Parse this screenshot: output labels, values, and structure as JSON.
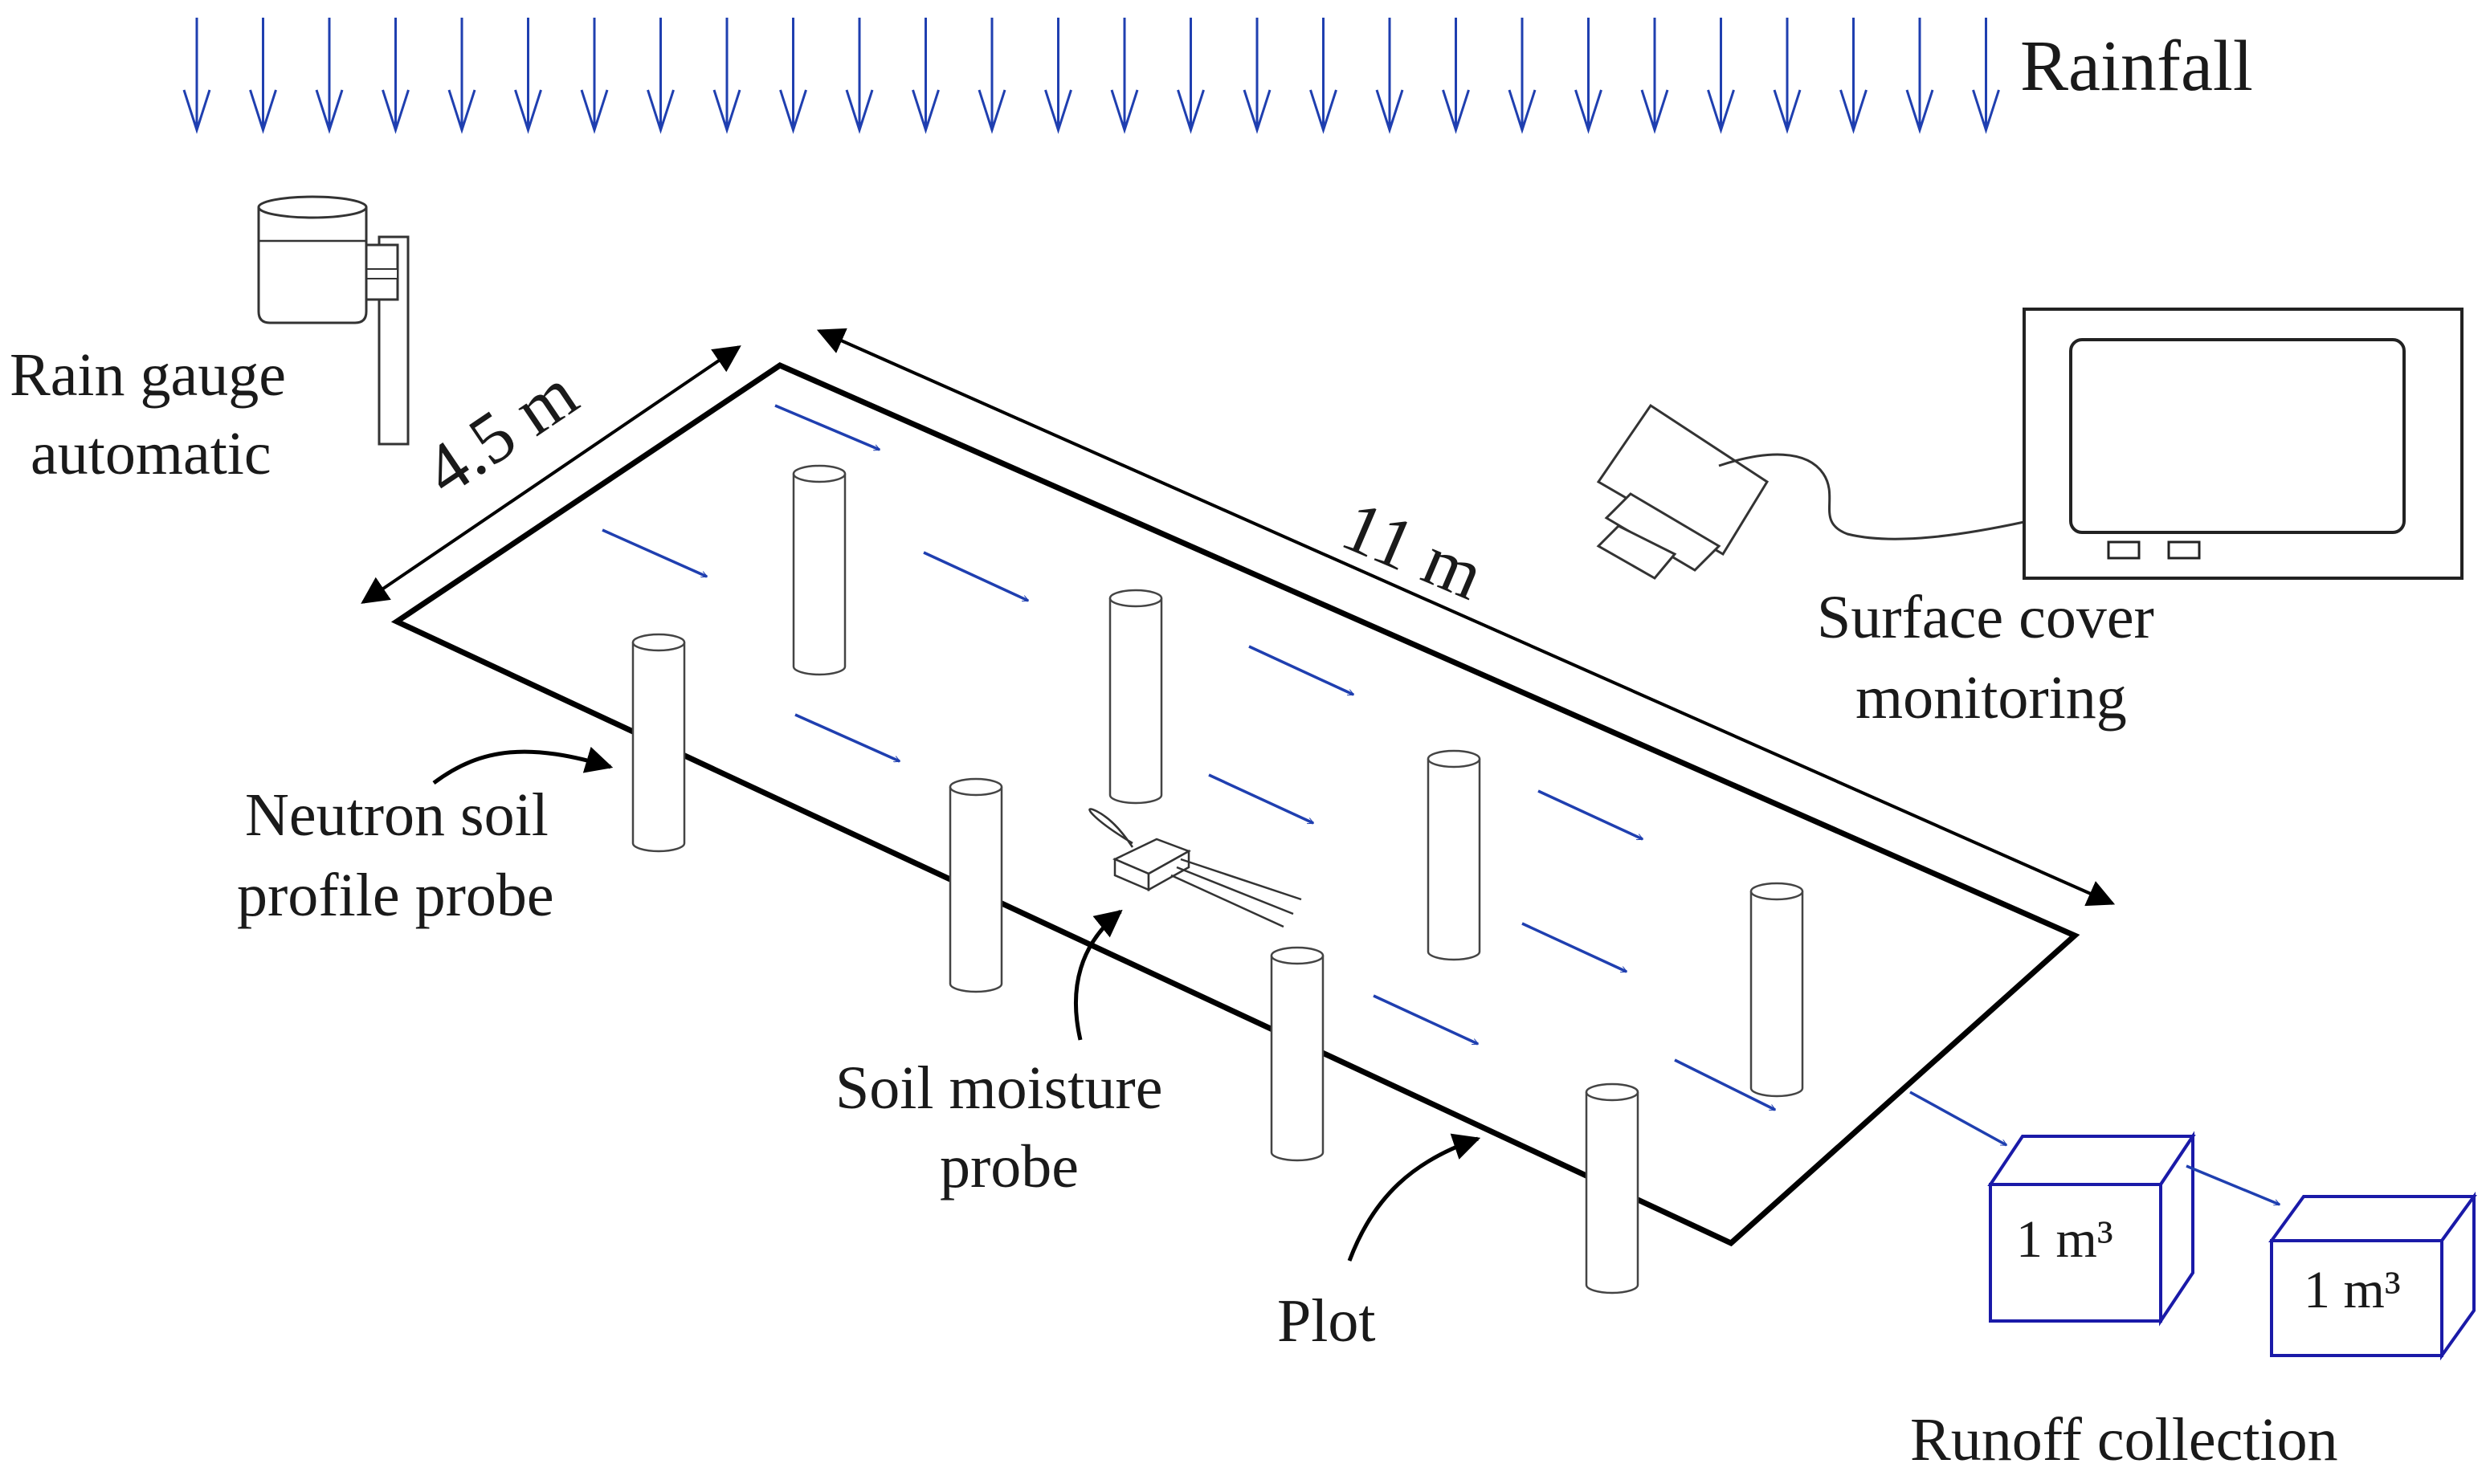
{
  "labels": {
    "rainfall": "Rainfall",
    "rain_gauge_line1": "Rain gauge",
    "rain_gauge_line2": "automatic",
    "width_dim": "4.5 m",
    "length_dim": "11 m",
    "surface_line1": "Surface cover",
    "surface_line2": "monitoring",
    "neutron_line1": "Neutron soil",
    "neutron_line2": "profile probe",
    "moisture_line1": "Soil moisture",
    "moisture_line2": "probe",
    "plot": "Plot",
    "tank1": "1 m³",
    "tank2": "1 m³",
    "runoff": "Runoff collection"
  },
  "colors": {
    "rain_arrow": "#1f3fb0",
    "flow_arrow": "#1f3fb0",
    "tank": "#1a1aa8",
    "outline": "#000000"
  }
}
